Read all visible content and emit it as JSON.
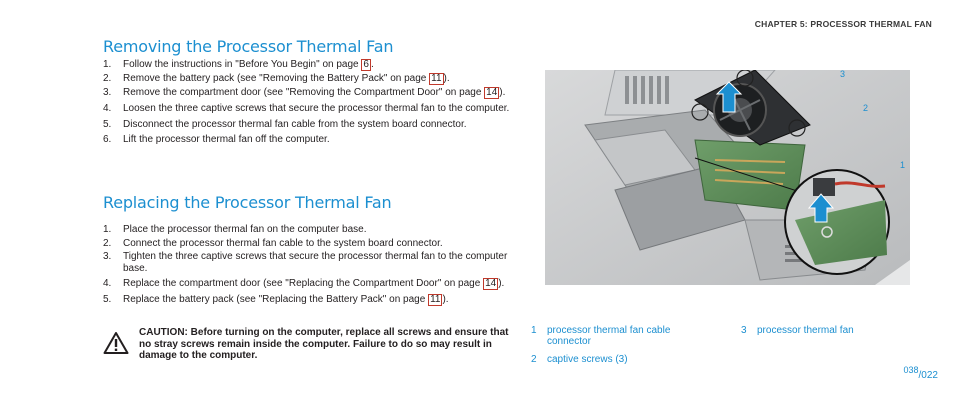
{
  "header": {
    "chapter": "CHAPTER 5: PROCESSOR THERMAL FAN"
  },
  "removing": {
    "title": "Removing the Processor Thermal Fan",
    "steps": [
      {
        "num": "1.",
        "text": "Follow the instructions in \"Before You Begin\" on page ",
        "ref": "6",
        "after": "."
      },
      {
        "num": "2.",
        "text": "Remove the battery pack (see \"Removing the Battery Pack\" on page ",
        "ref": "11",
        "after": ")."
      },
      {
        "num": "3.",
        "text": "Remove the compartment door (see \"Removing the Compartment Door\" on page ",
        "ref": "14",
        "after": ")."
      },
      {
        "num": "4.",
        "text": "Loosen the three captive screws that secure the processor thermal fan to the computer."
      },
      {
        "num": "5.",
        "text": "Disconnect the processor thermal fan cable from the system board connector."
      },
      {
        "num": "6.",
        "text": "Lift the processor thermal fan off the computer."
      }
    ]
  },
  "replacing": {
    "title": "Replacing the Processor Thermal Fan",
    "steps": [
      {
        "num": "1.",
        "text": "Place the processor thermal fan on the computer base."
      },
      {
        "num": "2.",
        "text": "Connect the processor thermal fan cable to the system board connector."
      },
      {
        "num": "3.",
        "text": "Tighten the three captive screws that secure the processor thermal fan to the computer base."
      },
      {
        "num": "4.",
        "text": "Replace the compartment door (see \"Replacing the Compartment Door\" on page ",
        "ref": "14",
        "after": ")."
      },
      {
        "num": "5.",
        "text": "Replace the battery pack (see \"Replacing the Battery Pack\" on page ",
        "ref": "11",
        "after": ")."
      }
    ]
  },
  "caution": {
    "text": "CAUTION: Before turning on the computer, replace all screws and ensure that no stray screws remain inside the computer. Failure to do so may result in damage to the computer.",
    "icon": "warning-triangle-icon"
  },
  "figure": {
    "callouts": [
      "3",
      "2",
      "1"
    ],
    "legend": [
      {
        "num": "1",
        "label": "processor thermal fan cable connector"
      },
      {
        "num": "2",
        "label": "captive screws (3)"
      },
      {
        "num": "3",
        "label": "processor thermal fan"
      }
    ]
  },
  "footer": {
    "current": "038",
    "total": "/022"
  },
  "colors": {
    "accent": "#1c8fd0",
    "text": "#231f20",
    "ref_box": "#c0392b"
  }
}
